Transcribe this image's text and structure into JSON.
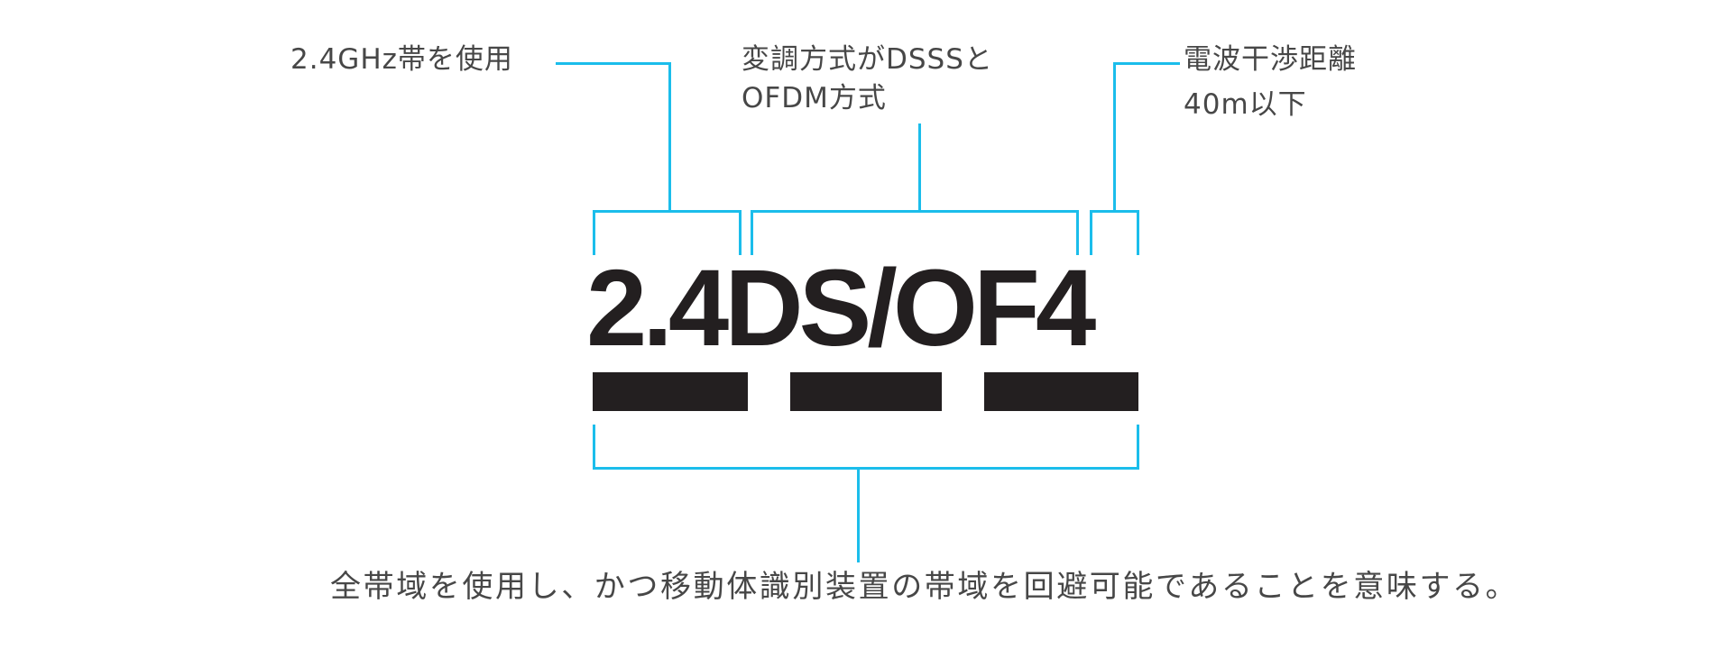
{
  "diagram": {
    "code": "2.4DS/OF4",
    "segments": [
      {
        "part": "2.4",
        "label_lines": [
          "2.4GHz帯を使用"
        ]
      },
      {
        "part": "DS/OF",
        "label_lines": [
          "変調方式がDSSSと",
          "OFDM方式"
        ]
      },
      {
        "part": "4",
        "label_lines": [
          "電波干渉距離",
          "40m以下"
        ]
      }
    ],
    "bars_count": 3,
    "caption": "全帯域を使用し、かつ移動体識別装置の帯域を回避可能であることを意味する。",
    "colors": {
      "bracket_line": "#1bbdeb",
      "code_text": "#231f20",
      "label_text": "#474747"
    }
  }
}
